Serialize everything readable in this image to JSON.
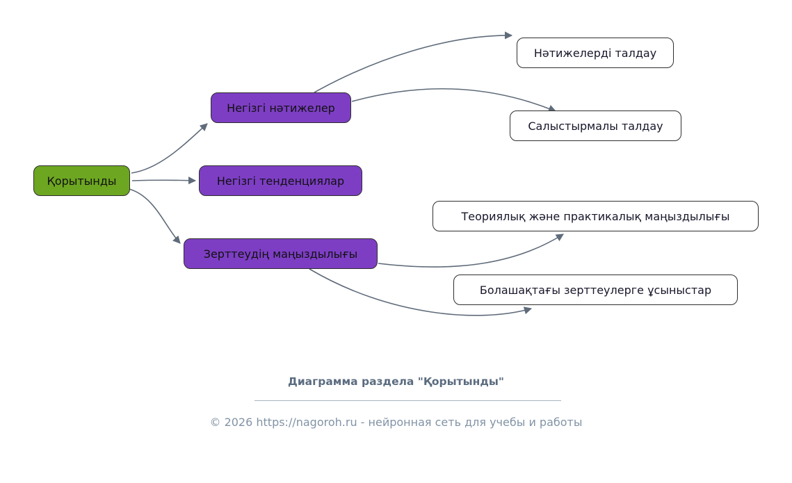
{
  "diagram": {
    "nodes": [
      {
        "id": "root",
        "label": "Қорытынды",
        "type": "green"
      },
      {
        "id": "main-results",
        "label": "Негізгі нәтижелер",
        "type": "purple"
      },
      {
        "id": "main-trends",
        "label": "Негізгі тенденциялар",
        "type": "purple"
      },
      {
        "id": "research-significance",
        "label": "Зерттеудің маңыздылығы",
        "type": "purple"
      },
      {
        "id": "results-analysis",
        "label": "Нәтижелерді талдау",
        "type": "white"
      },
      {
        "id": "comparative-analysis",
        "label": "Салыстырмалы талдау",
        "type": "white"
      },
      {
        "id": "theoretical-practical",
        "label": "Теориялық және практикалық маңыздылығы",
        "type": "white"
      },
      {
        "id": "future-research",
        "label": "Болашақтағы зерттеулерге ұсыныстар",
        "type": "white"
      }
    ],
    "edges": [
      {
        "from": "root",
        "to": "main-results"
      },
      {
        "from": "root",
        "to": "main-trends"
      },
      {
        "from": "root",
        "to": "research-significance"
      },
      {
        "from": "main-results",
        "to": "results-analysis"
      },
      {
        "from": "main-results",
        "to": "comparative-analysis"
      },
      {
        "from": "research-significance",
        "to": "theoretical-practical"
      },
      {
        "from": "research-significance",
        "to": "future-research"
      }
    ],
    "colors": {
      "root_fill": "#6da621",
      "branch_fill": "#7d3ec4",
      "leaf_fill": "#ffffff",
      "node_border": "#2e2e2e",
      "arrow": "#5f6b7a"
    }
  },
  "footer": {
    "title": "Диаграмма раздела \"Қорытынды\"",
    "copyright": "© 2026 https://nagoroh.ru - нейронная сеть для учебы и работы"
  }
}
